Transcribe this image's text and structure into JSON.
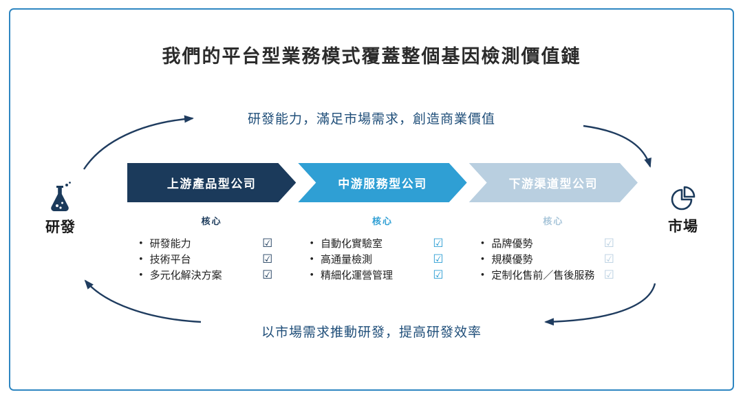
{
  "title": "我們的平台型業務模式覆蓋整個基因檢測價值鏈",
  "top_caption": "研發能力，滿足市場需求，創造商業價值",
  "bottom_caption": "以市場需求推動研發，提高研發效率",
  "left_node": {
    "label": "研發",
    "icon": "flask-icon"
  },
  "right_node": {
    "label": "市場",
    "icon": "pie-chart-icon"
  },
  "bullet_glyph": "•",
  "checkbox_glyph": "☑",
  "colors": {
    "frame_border": "#2e86c1",
    "caption_text": "#1f4e79",
    "arrow": "#1f3c5f",
    "banner_upstream": "#1b3a5b",
    "banner_midstream": "#2f9fd4",
    "banner_downstream": "#b9cfe0"
  },
  "columns": [
    {
      "header": "上游產品型公司",
      "core_label": "核心",
      "items": [
        "研發能力",
        "技術平台",
        "多元化解決方案"
      ]
    },
    {
      "header": "中游服務型公司",
      "core_label": "核心",
      "items": [
        "自動化實驗室",
        "高通量檢測",
        "精細化運營管理"
      ]
    },
    {
      "header": "下游渠道型公司",
      "core_label": "核心",
      "items": [
        "品牌優勢",
        "規模優勢",
        "定制化售前／售後服務"
      ]
    }
  ]
}
